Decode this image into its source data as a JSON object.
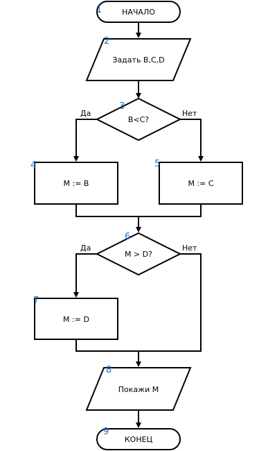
{
  "diagram": {
    "blocks": [
      {
        "number": "1",
        "text": "НАЧАЛО"
      },
      {
        "number": "2",
        "text": "Задать B,C,D"
      },
      {
        "number": "3",
        "text": "B<C?"
      },
      {
        "number": "4",
        "text": "M := B"
      },
      {
        "number": "5",
        "text": "M := C"
      },
      {
        "number": "6",
        "text": "M > D?"
      },
      {
        "number": "7",
        "text": "M := D"
      },
      {
        "number": "8",
        "text": "Покажи M"
      },
      {
        "number": "9",
        "text": "КОНЕЦ"
      }
    ],
    "branches": {
      "cond1_yes": "Да",
      "cond1_no": "Нет",
      "cond2_yes": "Да",
      "cond2_no": "Нет"
    }
  }
}
